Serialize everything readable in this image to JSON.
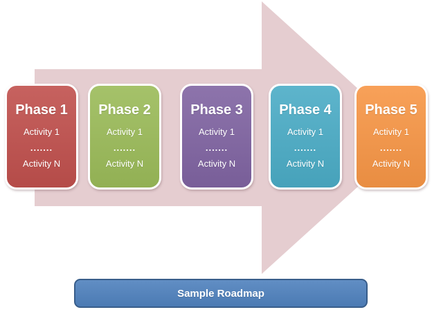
{
  "diagram": {
    "arrow": {
      "name": "process-flow-arrow",
      "color": "#E5CDD0"
    },
    "phases": [
      {
        "title": "Phase 1",
        "activity_top": "Activity 1",
        "dots": ".......",
        "activity_bottom": "Activity N",
        "color": "#C0504D"
      },
      {
        "title": "Phase 2",
        "activity_top": "Activity 1",
        "dots": ".......",
        "activity_bottom": "Activity N",
        "color": "#9BBB59"
      },
      {
        "title": "Phase 3",
        "activity_top": "Activity 1",
        "dots": ".......",
        "activity_bottom": "Activity N",
        "color": "#8064A2"
      },
      {
        "title": "Phase 4",
        "activity_top": "Activity 1",
        "dots": ".......",
        "activity_bottom": "Activity N",
        "color": "#4BACC6"
      },
      {
        "title": "Phase 5",
        "activity_top": "Activity 1",
        "dots": ".......",
        "activity_bottom": "Activity N",
        "color": "#F79646"
      }
    ],
    "banner": {
      "label": "Sample Roadmap",
      "color": "#4F81BD",
      "border_color": "#385D8A"
    }
  }
}
